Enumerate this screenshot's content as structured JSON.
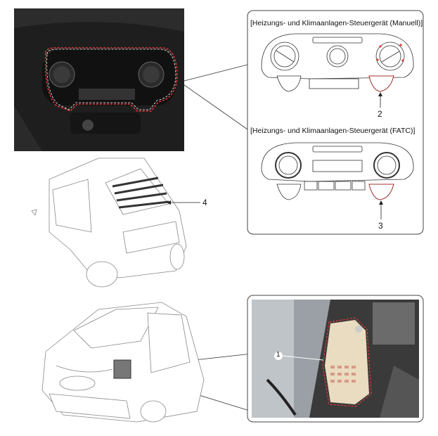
{
  "panel": {
    "manual_title": "[Heizungs- und Klimaanlagen-Steuergerät (Manuell)]",
    "fatc_title": "[Heizungs- und Klimaanlagen-Steuergerät (FATC)]"
  },
  "callouts": {
    "c1": "1",
    "c2": "2",
    "c3": "3",
    "c4": "4"
  },
  "colors": {
    "highlight": "#d0202a",
    "photo_bg": "#1c1c1c",
    "line": "#333333"
  }
}
